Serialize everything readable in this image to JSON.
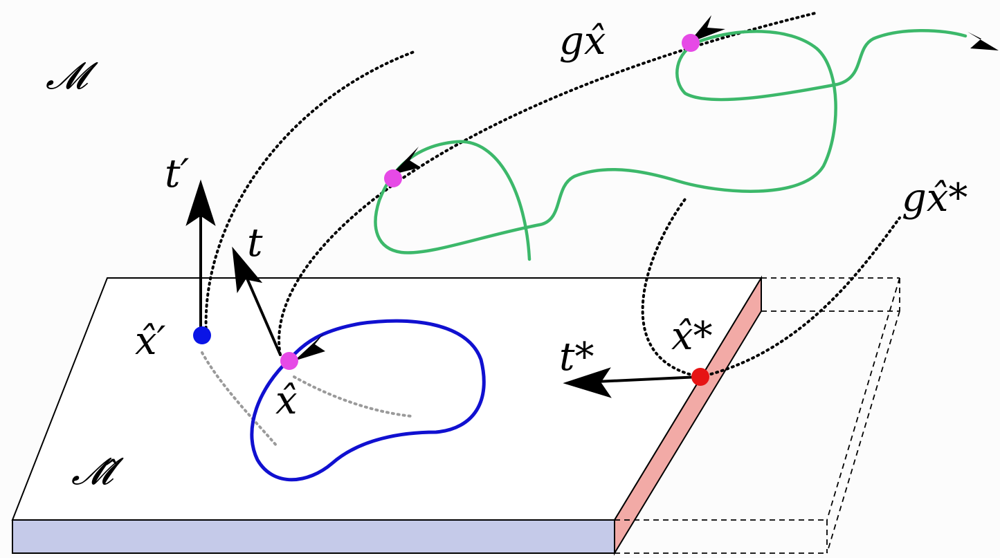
{
  "labels": {
    "manifold": "𝓜",
    "manifold_hat": "𝓜̂",
    "g_x_hat": "gx̂",
    "g_x_hat_star": "gx̂*",
    "t_prime": "t′",
    "t": "t",
    "t_star": "t*",
    "x_hat_prime": "x̂′",
    "x_hat": "x̂",
    "x_hat_star": "x̂*"
  },
  "colors": {
    "plane_top": "#ffffff",
    "plane_front": "#c5cae9",
    "boundary_face": "#f2aaa6",
    "green_curve": "#3cb86a",
    "blue_curve": "#1010d0",
    "magenta_point": "#e64ae6",
    "blue_point": "#0a14e6",
    "red_point": "#e61414",
    "arrow": "#000000",
    "gray_dotted": "#9a9a9a"
  }
}
